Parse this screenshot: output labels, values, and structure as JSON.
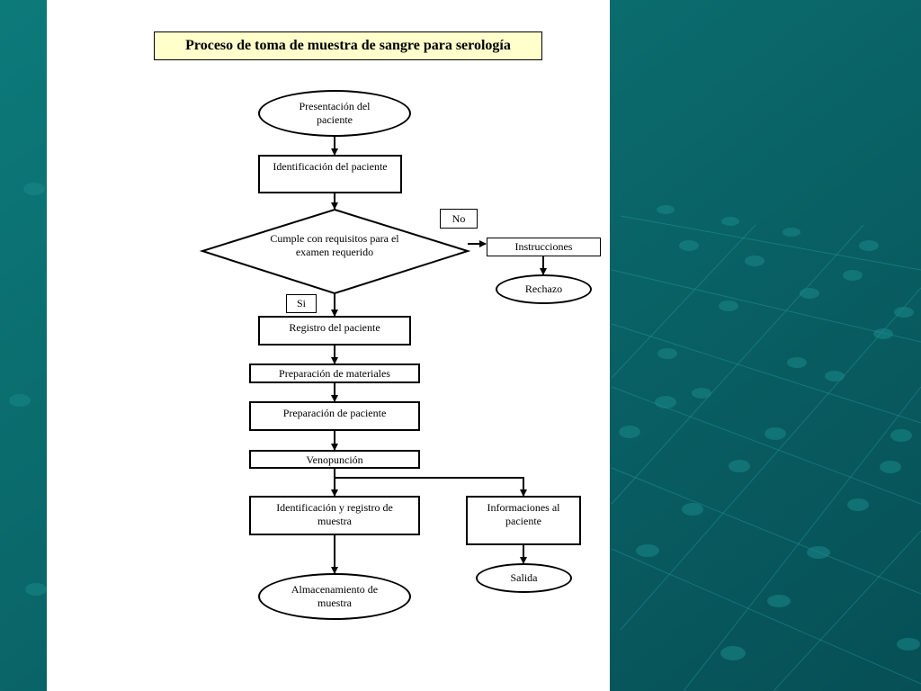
{
  "title": "Proceso de toma de muestra de sangre para serología",
  "nodes": {
    "presentacion": "Presentación del paciente",
    "identificacion": "Identificación del paciente",
    "decision": "Cumple con requisitos para el examen requerido",
    "no_label": "No",
    "instrucciones": "Instrucciones",
    "rechazo": "Rechazo",
    "si_label": "Si",
    "registro": "Registro del paciente",
    "prep_materiales": "Preparación de materiales",
    "prep_paciente": "Preparación de paciente",
    "venopuncion": "Venopunción",
    "ident_registro_muestra": "Identificación y registro de muestra",
    "informaciones": "Informaciones al paciente",
    "almacenamiento": "Almacenamiento de muestra",
    "salida": "Salida"
  },
  "colors": {
    "background": "#0b6a6a",
    "sheet": "#ffffff",
    "title_fill": "#ffffcc",
    "stroke": "#000000"
  }
}
